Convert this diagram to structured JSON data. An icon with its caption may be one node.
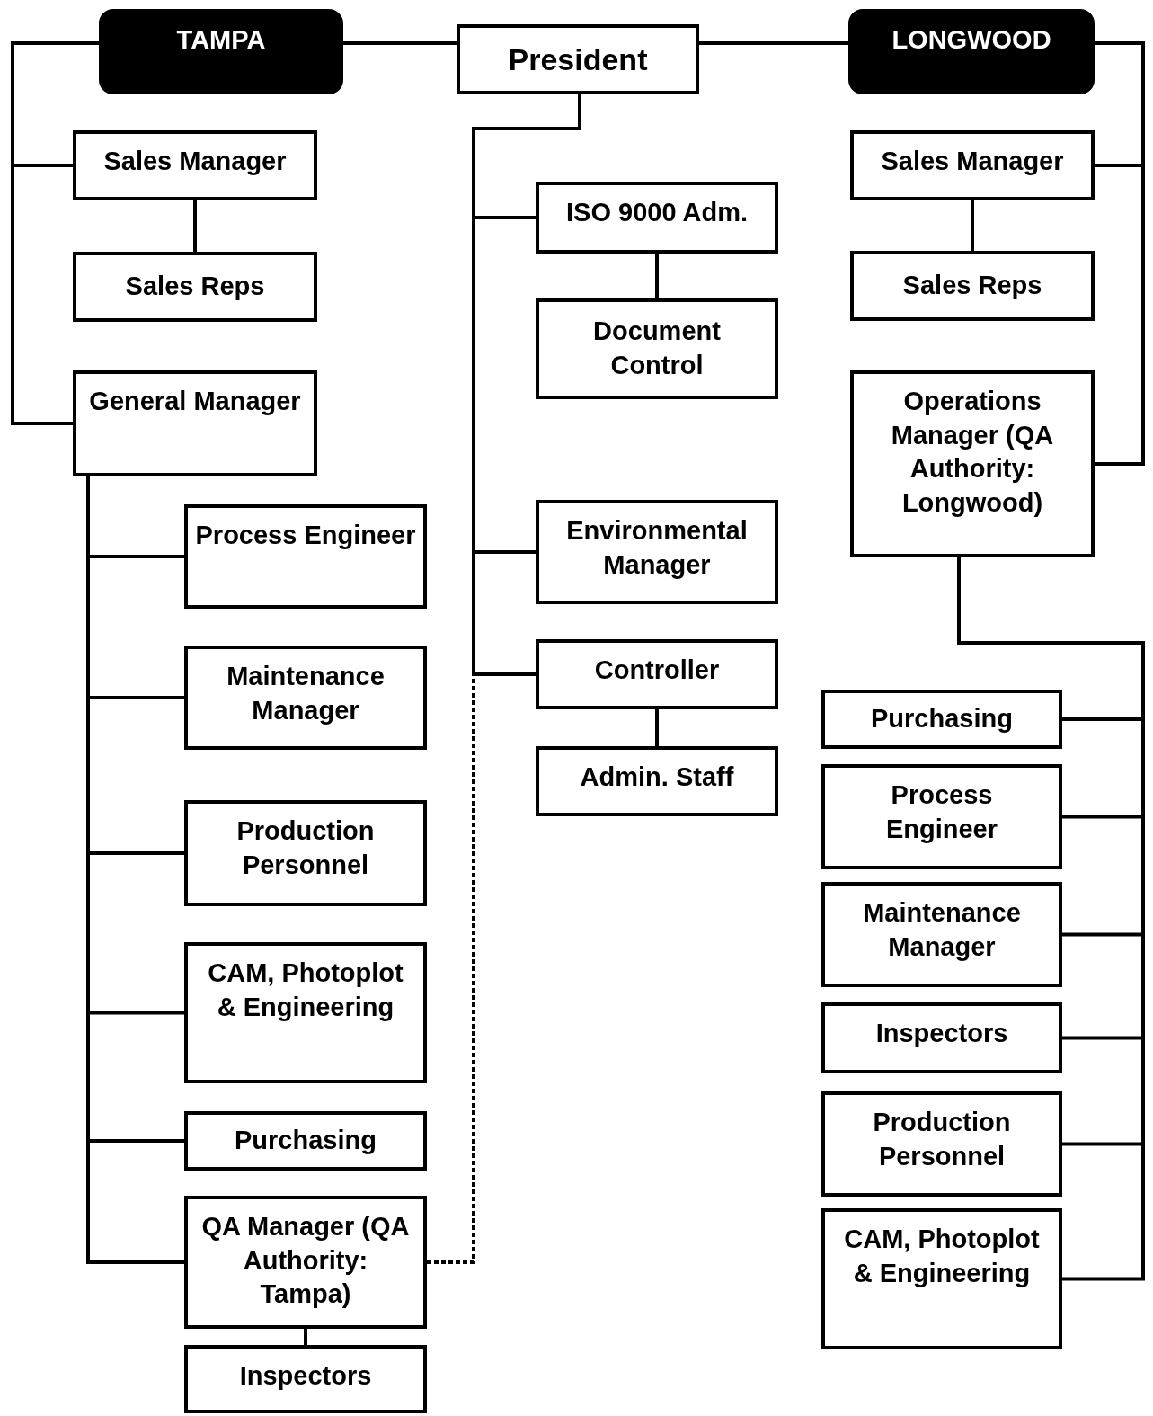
{
  "diagram": {
    "nodes": [
      {
        "text": [
          "TAMPA"
        ]
      },
      {
        "text": [
          "President"
        ]
      },
      {
        "text": [
          "LONGWOOD"
        ]
      },
      {
        "text": [
          "Sales Manager"
        ]
      },
      {
        "text": [
          "Sales Reps"
        ]
      },
      {
        "text": [
          "General Manager"
        ]
      },
      {
        "text": [
          "Process Engineer"
        ]
      },
      {
        "text": [
          "Maintenance Manager"
        ]
      },
      {
        "text": [
          "Production Personnel"
        ]
      },
      {
        "text": [
          "CAM, Photoplot & Engineering"
        ]
      },
      {
        "text": [
          "Purchasing"
        ]
      },
      {
        "text": [
          "QA Manager (QA Authority: Tampa)"
        ]
      },
      {
        "text": [
          "Inspectors"
        ]
      },
      {
        "text": [
          "ISO 9000 Adm."
        ]
      },
      {
        "text": [
          "Document Control"
        ]
      },
      {
        "text": [
          "Environmental Manager"
        ]
      },
      {
        "text": [
          "Controller"
        ]
      },
      {
        "text": [
          "Admin. Staff"
        ]
      },
      {
        "text": [
          "Sales Manager"
        ]
      },
      {
        "text": [
          "Sales Reps"
        ]
      },
      {
        "text": [
          "Operations Manager (QA Authority: Longwood)"
        ]
      },
      {
        "text": [
          "Purchasing"
        ]
      },
      {
        "text": [
          "Process Engineer"
        ]
      },
      {
        "text": [
          "Maintenance Manager"
        ]
      },
      {
        "text": [
          "Inspectors"
        ]
      },
      {
        "text": [
          "Production Personnel"
        ]
      },
      {
        "text": [
          "CAM, Photoplot & Engineering"
        ]
      }
    ],
    "edges": [
      {
        "from": 1,
        "to": 0,
        "arrow": "none"
      },
      {
        "from": 1,
        "to": 2,
        "arrow": "none"
      },
      {
        "from": 0,
        "to": 3,
        "arrow": "none"
      },
      {
        "from": 0,
        "to": 5,
        "arrow": "none"
      },
      {
        "from": 3,
        "to": 4,
        "arrow": "none"
      },
      {
        "from": 5,
        "to": 6,
        "arrow": "none"
      },
      {
        "from": 5,
        "to": 7,
        "arrow": "none"
      },
      {
        "from": 5,
        "to": 8,
        "arrow": "none"
      },
      {
        "from": 5,
        "to": 9,
        "arrow": "none"
      },
      {
        "from": 5,
        "to": 10,
        "arrow": "none"
      },
      {
        "from": 5,
        "to": 11,
        "arrow": "none"
      },
      {
        "from": 11,
        "to": 12,
        "arrow": "none"
      },
      {
        "from": 1,
        "to": 13,
        "arrow": "none"
      },
      {
        "from": 1,
        "to": 15,
        "arrow": "none"
      },
      {
        "from": 1,
        "to": 16,
        "arrow": "none"
      },
      {
        "from": 13,
        "to": 14,
        "arrow": "none"
      },
      {
        "from": 16,
        "to": 17,
        "arrow": "none"
      },
      {
        "from": 11,
        "to": 1,
        "arrow": "none",
        "style": "dashed"
      },
      {
        "from": 2,
        "to": 18,
        "arrow": "none"
      },
      {
        "from": 2,
        "to": 20,
        "arrow": "none"
      },
      {
        "from": 18,
        "to": 19,
        "arrow": "none"
      },
      {
        "from": 20,
        "to": 21,
        "arrow": "none"
      },
      {
        "from": 20,
        "to": 22,
        "arrow": "none"
      },
      {
        "from": 20,
        "to": 23,
        "arrow": "none"
      },
      {
        "from": 20,
        "to": 24,
        "arrow": "none"
      },
      {
        "from": 20,
        "to": 25,
        "arrow": "none"
      },
      {
        "from": 20,
        "to": 26,
        "arrow": "none"
      }
    ]
  }
}
